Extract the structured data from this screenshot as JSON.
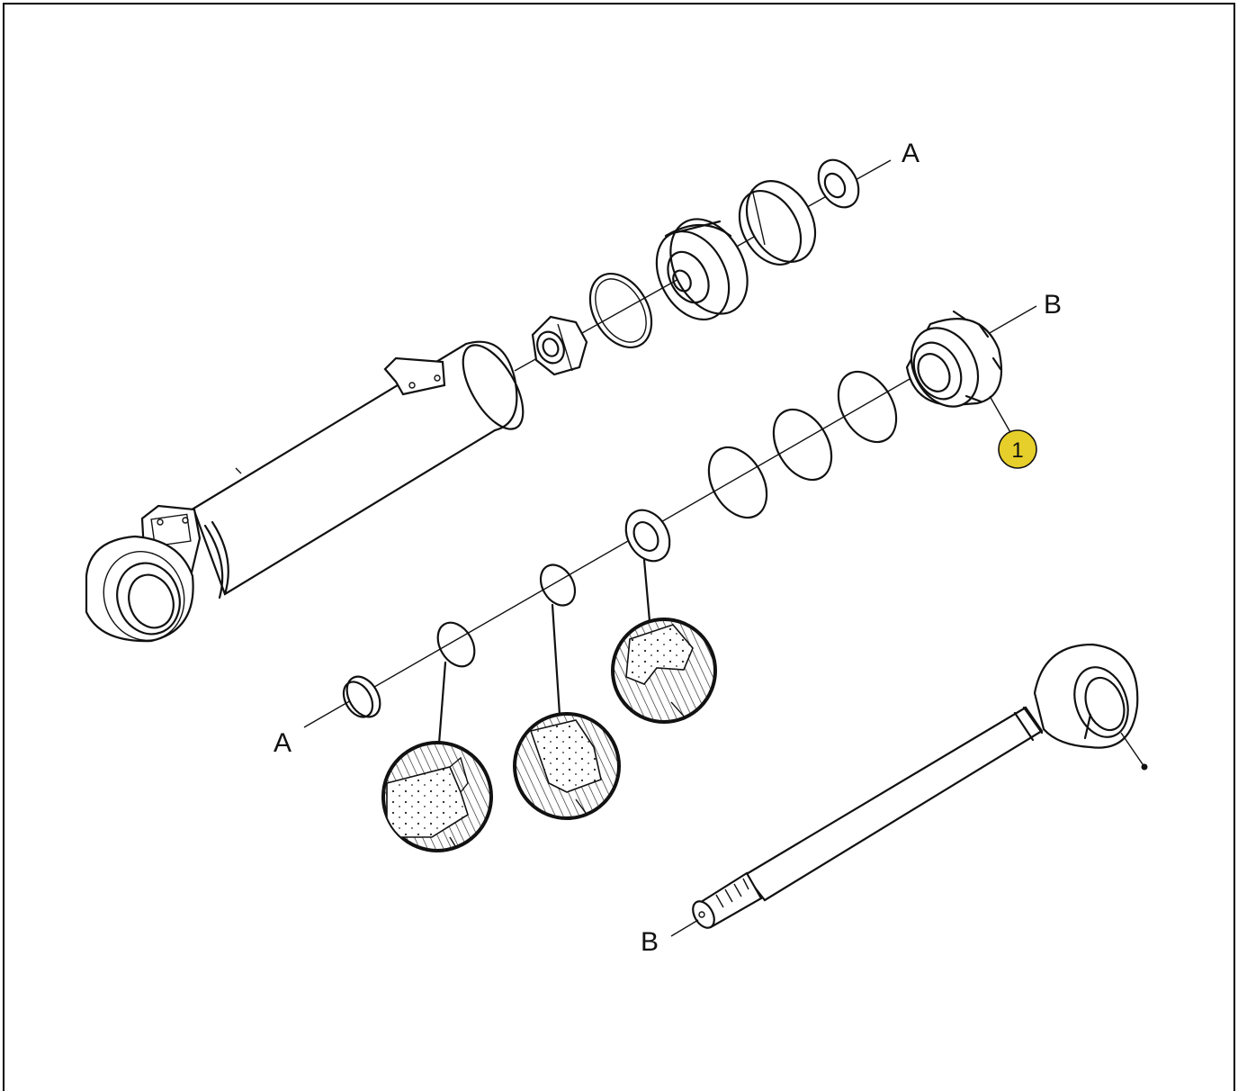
{
  "diagram": {
    "labels": {
      "a_top": "A",
      "a_bottom": "A",
      "b_top": "B",
      "b_bottom": "B"
    },
    "callouts": [
      {
        "number": "1"
      }
    ],
    "colors": {
      "callout_fill": "#e6cf2a",
      "line": "#111111",
      "frame": "#000000"
    }
  }
}
